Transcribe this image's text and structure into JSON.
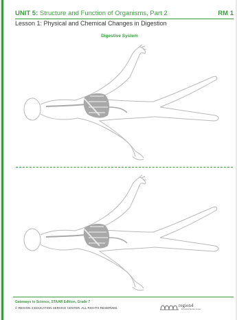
{
  "header": {
    "unit_label": "UNIT 5:",
    "unit_title": " Structure and Function of Organisms, Part 2",
    "rm_label": "RM 1",
    "lesson": "Lesson 1: Physical and Chemical Changes in Digestion"
  },
  "figure": {
    "title": "Digestive System"
  },
  "footer": {
    "book": "Gateways to Science, STAAR Edition, Grade 7",
    "copyright": "© REGION 4 EDUCATION SERVICE CENTER. ALL RIGHTS RESERVED.",
    "logo_text": "region4",
    "logo_sub": "Education Service Center"
  },
  "colors": {
    "accent": "#3a9b3e",
    "outline": "#b8b8b8",
    "organ": "#a8a8a8"
  }
}
